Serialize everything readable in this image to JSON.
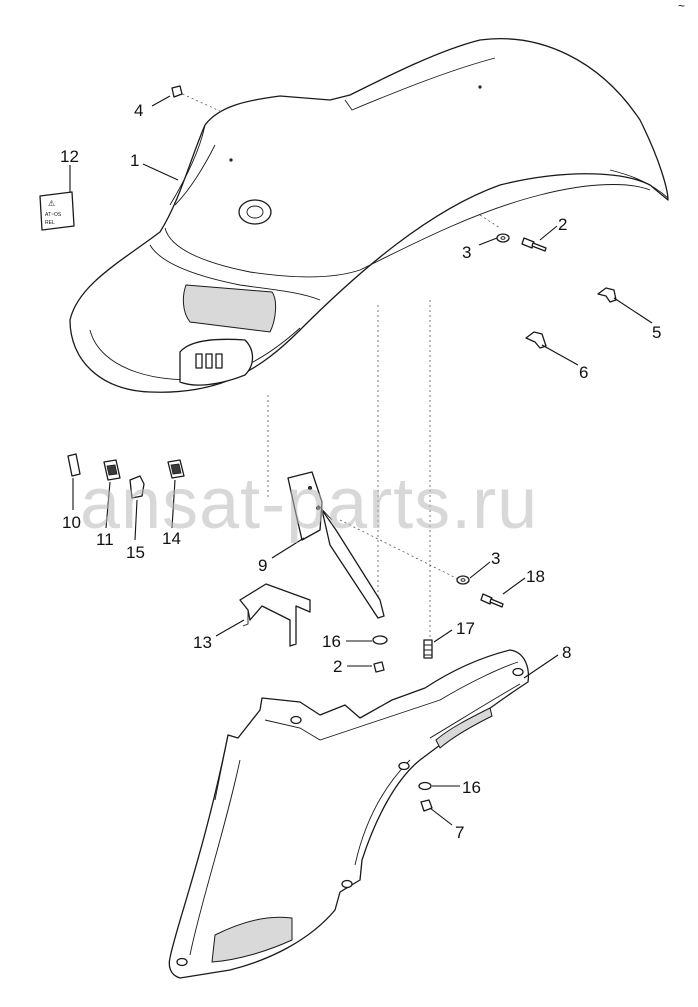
{
  "corner_mark": "~",
  "watermark": "ansat-parts.ru",
  "decal_lines": [
    "⚠",
    "AT~OS",
    "REL"
  ],
  "callouts": [
    {
      "id": "c1",
      "text": "1"
    },
    {
      "id": "c2a",
      "text": "2"
    },
    {
      "id": "c2b",
      "text": "2"
    },
    {
      "id": "c3a",
      "text": "3"
    },
    {
      "id": "c3b",
      "text": "3"
    },
    {
      "id": "c4",
      "text": "4"
    },
    {
      "id": "c5",
      "text": "5"
    },
    {
      "id": "c6",
      "text": "6"
    },
    {
      "id": "c7",
      "text": "7"
    },
    {
      "id": "c8",
      "text": "8"
    },
    {
      "id": "c9",
      "text": "9"
    },
    {
      "id": "c10",
      "text": "10"
    },
    {
      "id": "c11",
      "text": "11"
    },
    {
      "id": "c12",
      "text": "12"
    },
    {
      "id": "c13",
      "text": "13"
    },
    {
      "id": "c14",
      "text": "14"
    },
    {
      "id": "c15",
      "text": "15"
    },
    {
      "id": "c16a",
      "text": "16"
    },
    {
      "id": "c16b",
      "text": "16"
    },
    {
      "id": "c17",
      "text": "17"
    },
    {
      "id": "c18",
      "text": "18"
    }
  ]
}
